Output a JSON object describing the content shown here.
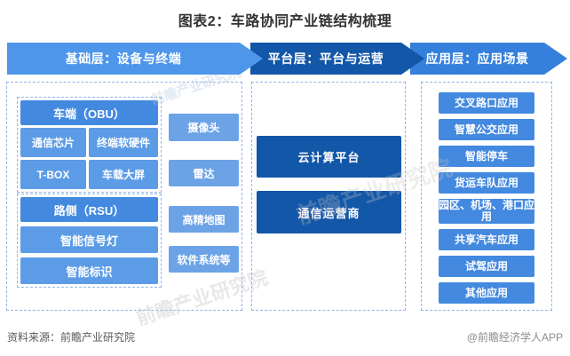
{
  "title": "图表2：车路协同产业链结构梳理",
  "layers": [
    {
      "label": "基础层：设备与终端"
    },
    {
      "label": "平台层：平台与运营"
    },
    {
      "label": "应用层：应用场景"
    }
  ],
  "foundation": {
    "obu": {
      "title": "车端（OBU）",
      "cells": [
        "通信芯片",
        "终端软硬件",
        "T-BOX",
        "车载大屏"
      ]
    },
    "rsu": {
      "title": "路侧（RSU）",
      "items": [
        "智能信号灯",
        "智能标识"
      ]
    },
    "devices": [
      "摄像头",
      "雷达",
      "高精地图",
      "软件系统等"
    ]
  },
  "platform": {
    "items": [
      "云计算平台",
      "通信运营商"
    ]
  },
  "application": {
    "items": [
      "交叉路口应用",
      "智慧公交应用",
      "智能停车",
      "货运车队应用",
      "园区、机场、港口应用",
      "共享汽车应用",
      "试驾应用",
      "其他应用"
    ]
  },
  "footer": {
    "source": "资料来源：前瞻产业研究院",
    "credit": "@前瞻经济学人APP"
  },
  "watermark": "前瞻产业研究院",
  "colors": {
    "layer1_banner": "#4e96ea",
    "layer2_banner": "#1357a8",
    "layer3_banner": "#3580dc",
    "group_header_box": "#4389e0",
    "sub_cell_box": "#5c9ce6",
    "device_box": "#6ca3e7",
    "platform_box": "#1357a8",
    "application_box": "#4389e0",
    "dashed_border": "#8fb5e8"
  }
}
